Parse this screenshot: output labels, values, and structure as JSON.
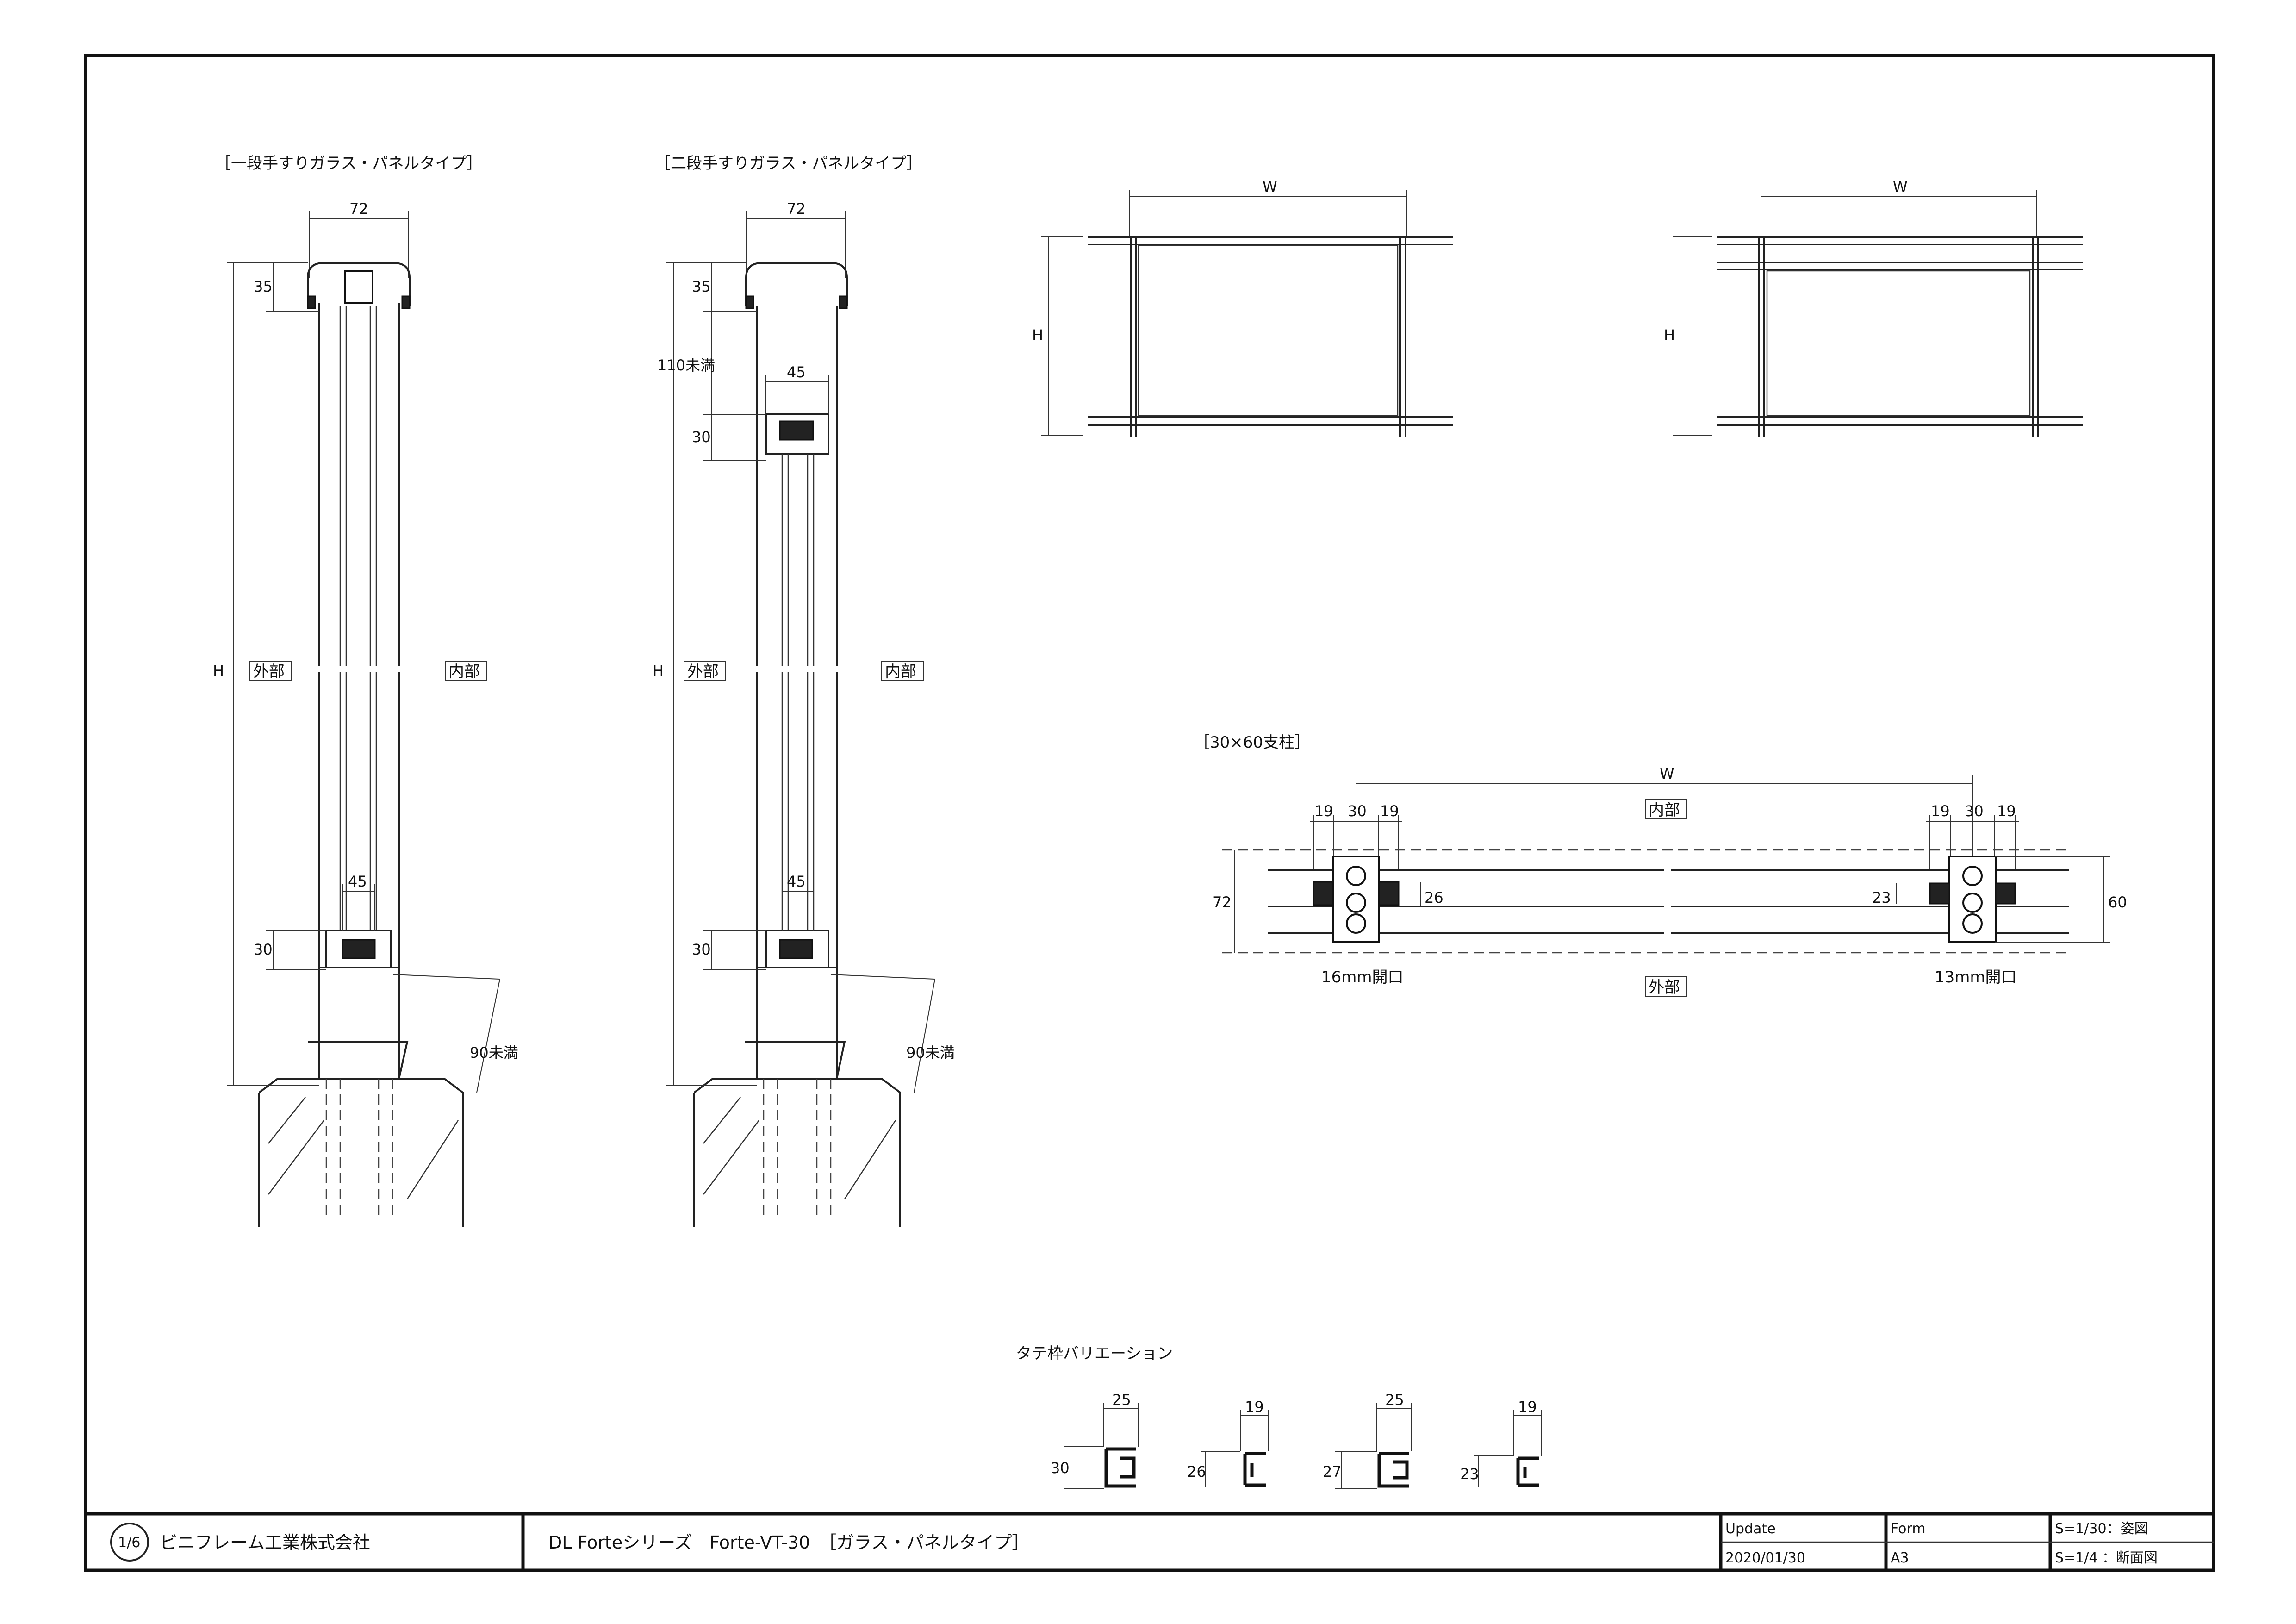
{
  "drawing": {
    "title_one_stage": "［一段手すりガラス・パネルタイプ］",
    "title_two_stage": "［二段手すりガラス・パネルタイプ］",
    "title_post": "［30×60支柱］",
    "title_variation": "タテ枠バリエーション"
  },
  "labels": {
    "outside": "外部",
    "inside": "内部",
    "W": "W",
    "H": "H",
    "opening_16": "16mm開口",
    "opening_13": "13mm開口"
  },
  "dims": {
    "d72": "72",
    "d35": "35",
    "d45": "45",
    "d30": "30",
    "d110": "110未満",
    "d90": "90未満",
    "d19": "19",
    "d26": "26",
    "d23": "23",
    "d60": "60",
    "d25": "25",
    "d27": "27"
  },
  "title_block": {
    "company": "ビニフレーム工業株式会社",
    "logo_text": "1/6",
    "product": "DL Forteシリーズ　Forte-VT-30　［ガラス・パネルタイプ］",
    "update_label": "Update",
    "update_value": "2020/01/30",
    "form_label": "Form",
    "form_value": "A3",
    "scale_1": "S=1/30：姿図",
    "scale_2": "S=1/4 ：断面図"
  }
}
